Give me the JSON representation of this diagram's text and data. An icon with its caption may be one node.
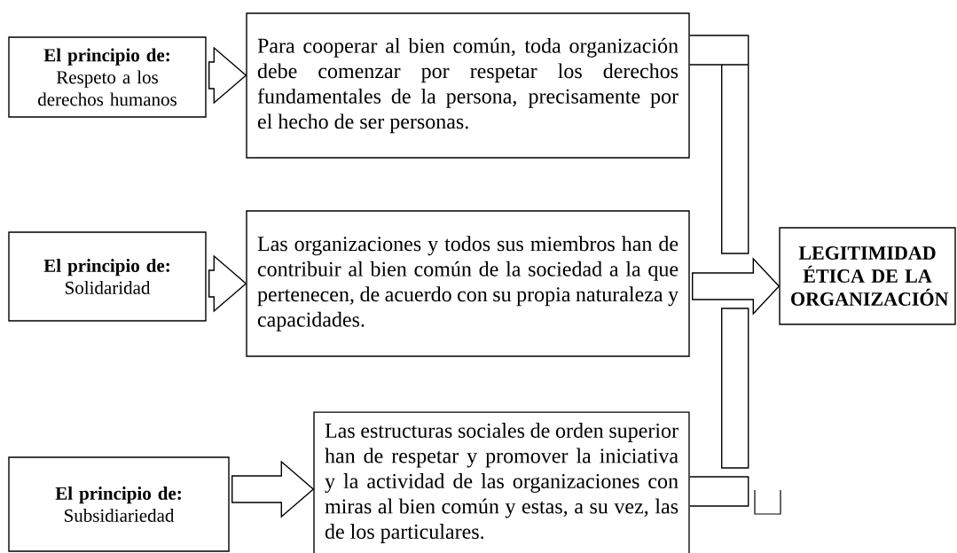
{
  "diagram": {
    "nodes": [
      {
        "text": [
          "El principio de:",
          "Respeto a los derechos humanos"
        ]
      },
      {
        "text": [
          "Para cooperar al bien común, toda organización debe comenzar por respetar los derechos fundamentales de la persona, precisamente por el hecho de ser personas."
        ]
      },
      {
        "text": [
          "El principio de:",
          "Solidaridad"
        ]
      },
      {
        "text": [
          "Las organizaciones y todos sus miembros han de contribuir al bien común de la sociedad a la que pertenecen, de acuerdo con su propia naturaleza y capacidades."
        ]
      },
      {
        "text": [
          "El principio de:",
          "Subsidiariedad"
        ]
      },
      {
        "text": [
          "Las estructuras sociales de orden superior han de respetar y promover la iniciativa y la actividad de las organizaciones con miras al bien común y estas, a su vez, las de los particulares."
        ]
      },
      {
        "text": [
          "LEGITIMIDAD ÉTICA DE LA ORGANIZACIÓN"
        ]
      }
    ],
    "edges": [
      {
        "from": 0,
        "to": 1,
        "arrow": "to"
      },
      {
        "from": 2,
        "to": 3,
        "arrow": "to"
      },
      {
        "from": 4,
        "to": 5,
        "arrow": "to"
      },
      {
        "from": 3,
        "to": 6,
        "arrow": "to"
      },
      {
        "from": 1,
        "to": null,
        "arrow": "none"
      },
      {
        "from": 5,
        "to": null,
        "arrow": "none"
      }
    ]
  }
}
